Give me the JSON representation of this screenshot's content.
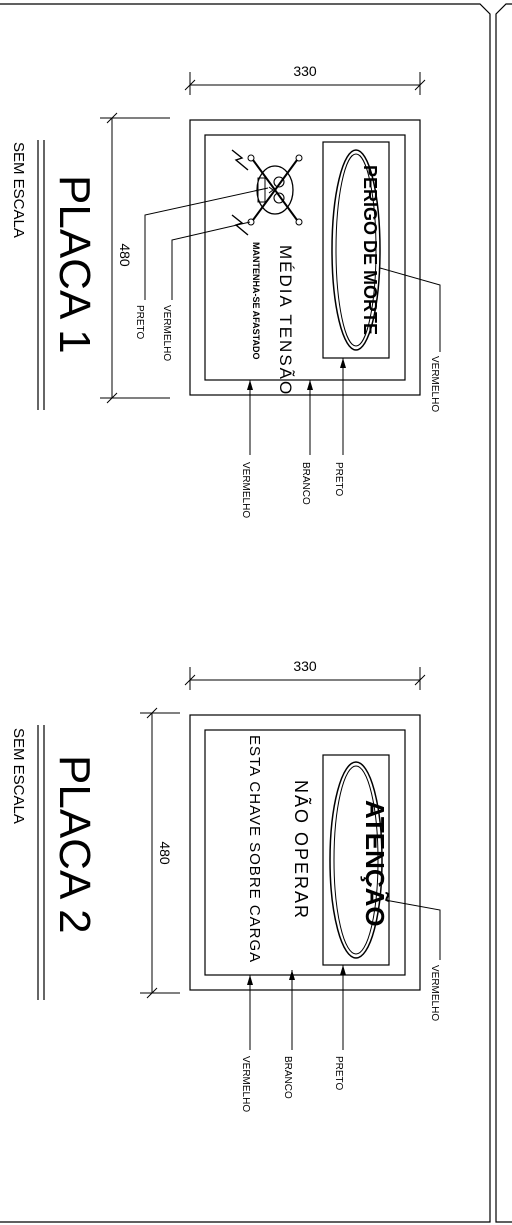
{
  "placa1": {
    "title": "PLACA 1",
    "scale": "SEM ESCALA",
    "dim_width": "330",
    "dim_height": "480",
    "banner_text": "PERIGO DE MORTE",
    "body_text": "MÉDIA TENSÃO",
    "small_text": "MANTENHA-SE AFASTADO",
    "callouts": {
      "preto_left": "PRETO",
      "vermelho_left": "VERMELHO",
      "vermelho_banner": "VERMELHO",
      "preto_bottom": "PRETO",
      "branco_bottom": "BRANCO",
      "vermelho_bottom": "VERMELHO"
    }
  },
  "placa2": {
    "title": "PLACA 2",
    "scale": "SEM ESCALA",
    "dim_width": "330",
    "dim_height": "480",
    "banner_text": "ATENÇÃO",
    "line1": "NÃO OPERAR",
    "line2": "ESTA CHAVE SOBRE CARGA",
    "callouts": {
      "vermelho_banner": "VERMELHO",
      "preto_bottom": "PRETO",
      "branco_bottom": "BRANCO",
      "vermelho_bottom": "VERMELHO"
    }
  }
}
